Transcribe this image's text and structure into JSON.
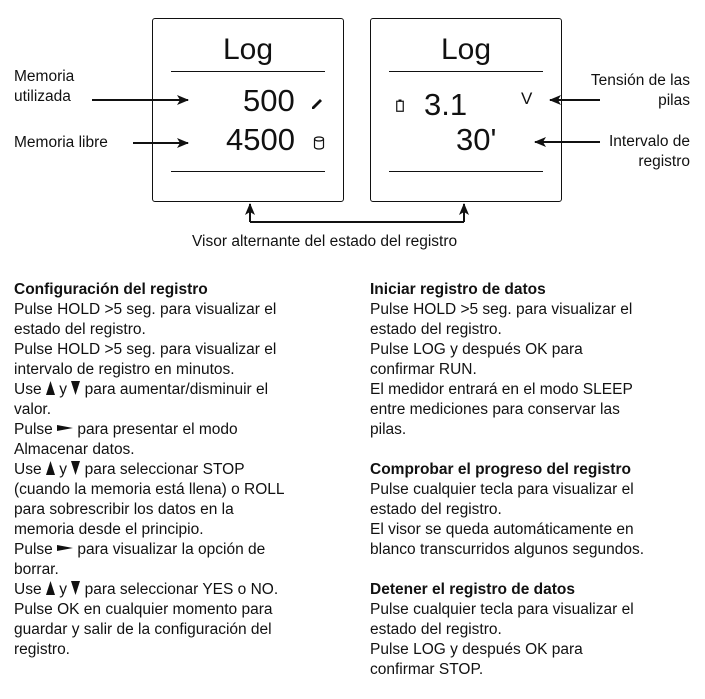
{
  "screen_left": {
    "title": "Log",
    "value_used": "500",
    "value_free": "4500"
  },
  "screen_right": {
    "title": "Log",
    "voltage": "3.1",
    "voltage_unit": "V",
    "interval": "30'"
  },
  "labels": {
    "memory_used_1": "Memoria",
    "memory_used_2": "utilizada",
    "memory_free": "Memoria libre",
    "battery_1": "Tensión de las",
    "battery_2": "pilas",
    "interval_1": "Intervalo de",
    "interval_2": "registro",
    "caption": "Visor alternante del estado del registro"
  },
  "icons": {
    "pencil": "pencil-icon",
    "memory": "memory-cylinder-icon",
    "battery": "battery-icon",
    "up": "up-arrow-button-icon",
    "down": "down-arrow-button-icon",
    "right": "right-arrow-button-icon"
  },
  "left_column": {
    "heading": "Configuración del registro",
    "l1": "Pulse HOLD >5 seg. para visualizar el",
    "l2": "estado del registro.",
    "l3": "Pulse HOLD >5 seg. para visualizar el",
    "l4": "intervalo de registro en minutos.",
    "l5a": "Use",
    "l5b": "y",
    "l5c": "para aumentar/disminuir el",
    "l6": "valor.",
    "l7a": "Pulse",
    "l7b": "para presentar el modo",
    "l8": "Almacenar datos.",
    "l9a": "Use",
    "l9b": "y",
    "l9c": "para seleccionar STOP",
    "l10": "(cuando la memoria está llena) o ROLL",
    "l11": "para sobrescribir los datos en la",
    "l12": "memoria desde el principio.",
    "l13a": "Pulse",
    "l13b": "para visualizar la opción de",
    "l14": "borrar.",
    "l15a": "Use",
    "l15b": "y",
    "l15c": "para seleccionar YES o NO.",
    "l16": "Pulse OK en cualquier momento para",
    "l17": "guardar y salir de la configuración del",
    "l18": "registro."
  },
  "right_column": {
    "h1": "Iniciar registro de datos",
    "s1": [
      "Pulse HOLD >5 seg. para visualizar el",
      "estado del registro.",
      "Pulse LOG y después OK para",
      "confirmar RUN.",
      "El medidor entrará en el modo SLEEP",
      "entre mediciones para conservar las",
      "pilas."
    ],
    "h2": "Comprobar el progreso del registro",
    "s2": [
      "Pulse cualquier tecla para visualizar el",
      "estado del registro.",
      "El visor se queda automáticamente en",
      "blanco transcurridos algunos segundos."
    ],
    "h3": "Detener el registro de datos",
    "s3": [
      "Pulse cualquier tecla para visualizar el",
      "estado del registro.",
      "Pulse LOG y después OK para",
      "confirmar STOP."
    ]
  }
}
